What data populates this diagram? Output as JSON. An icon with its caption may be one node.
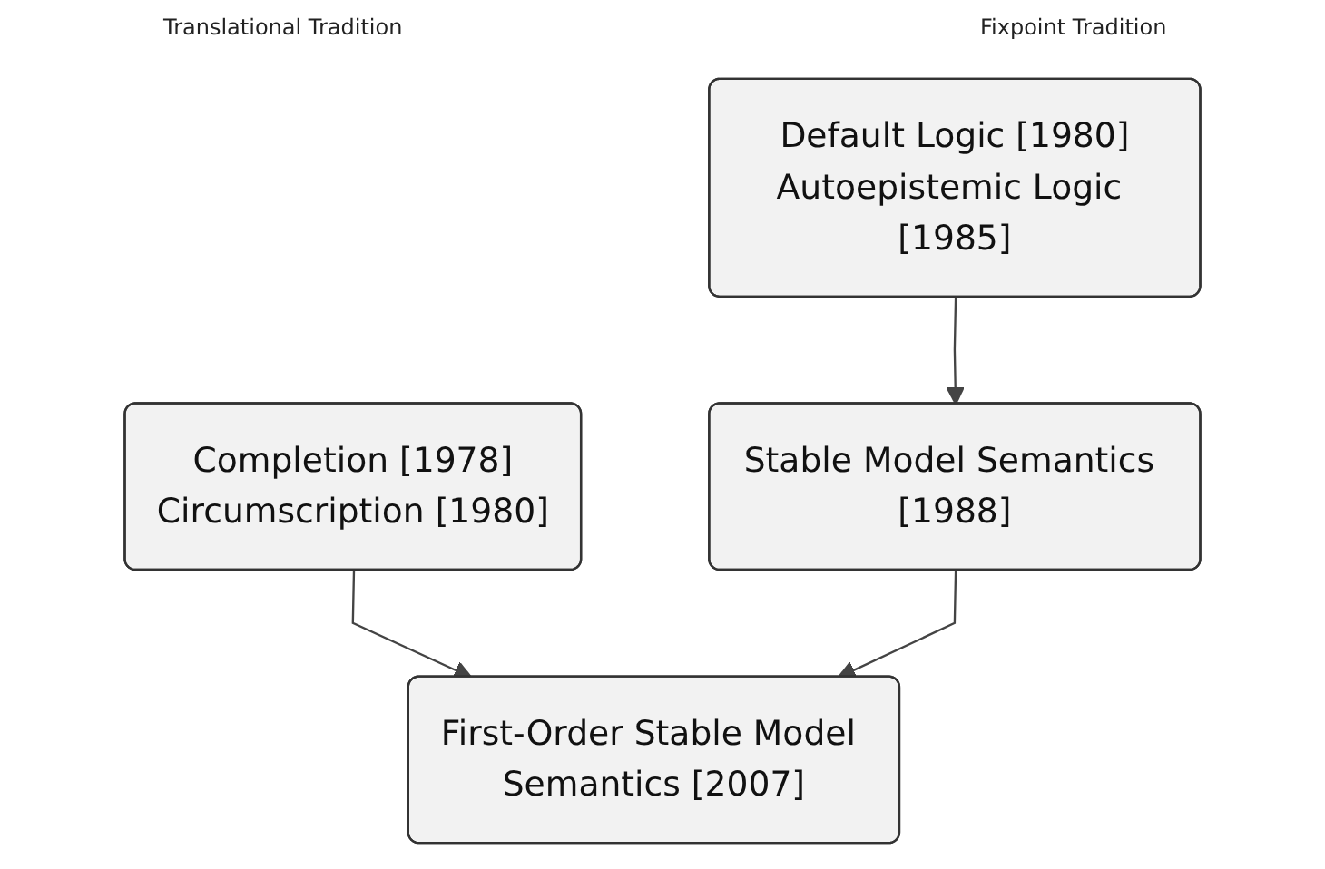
{
  "diagram": {
    "nodes": [
      {
        "text": [
          "Completion [1978]",
          "Circumscription [1980]"
        ]
      },
      {
        "text": [
          "Default Logic [1980]",
          "Autoepistemic Logic [1985]"
        ]
      },
      {
        "text": [
          "Stable Model Semantics [1988]"
        ]
      },
      {
        "text": [
          "First-Order Stable Model Semantics [2007]"
        ]
      }
    ],
    "edges": [
      {
        "from": 0,
        "to": 3,
        "arrow": "to"
      },
      {
        "from": 1,
        "to": 2,
        "arrow": "to"
      },
      {
        "from": 2,
        "to": 3,
        "arrow": "to"
      }
    ],
    "labels": [
      "Translational Tradition",
      "Fixpoint Tradition"
    ]
  }
}
